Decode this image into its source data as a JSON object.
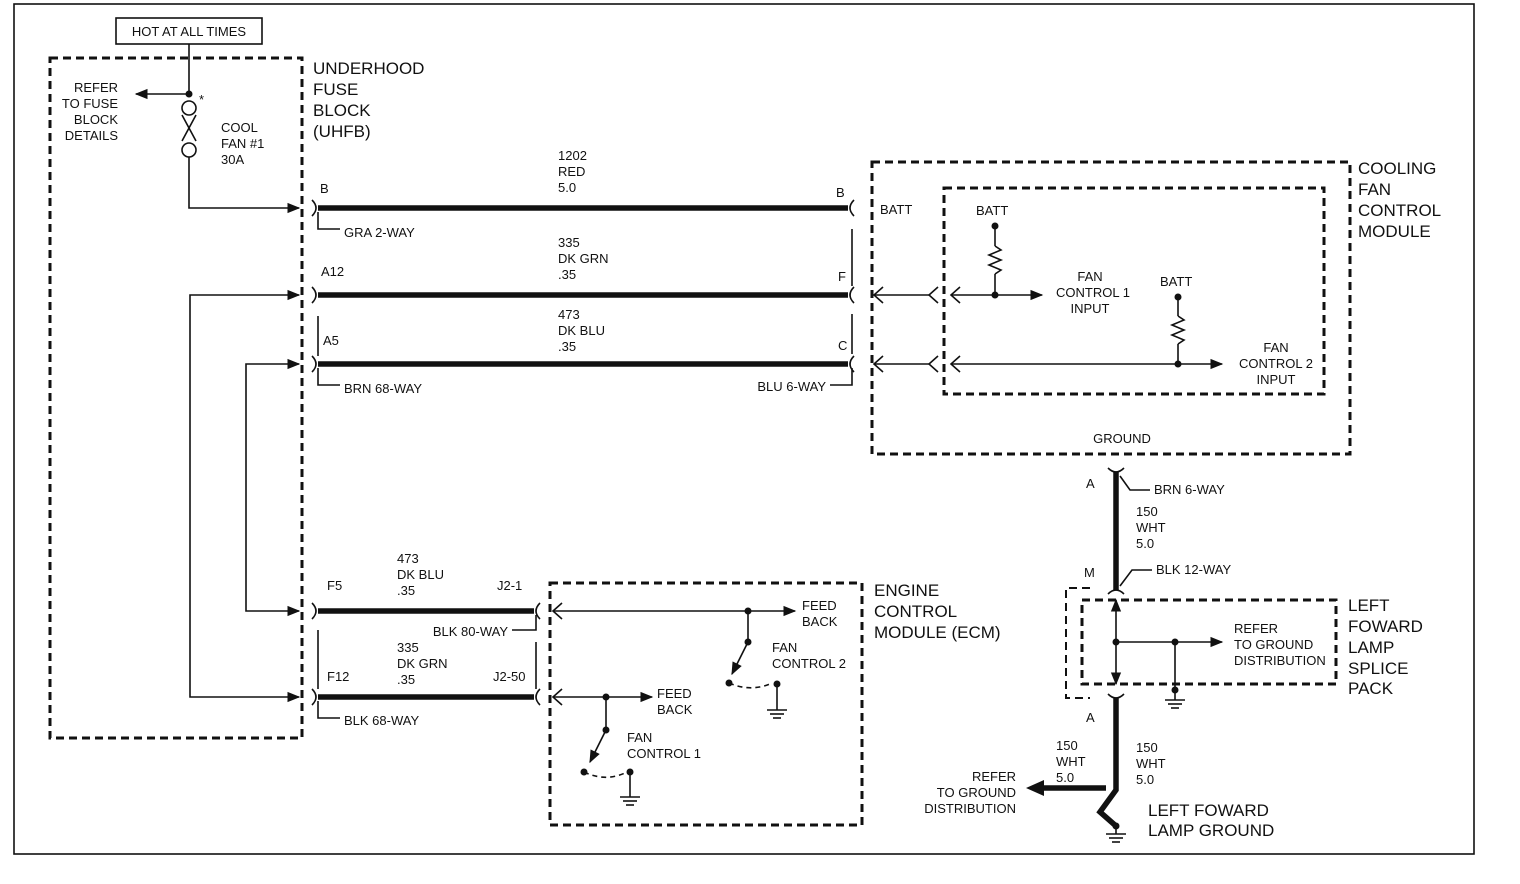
{
  "hot_label": "HOT AT ALL TIMES",
  "uhfb": {
    "title": [
      "UNDERHOOD",
      "FUSE",
      "BLOCK",
      "(UHFB)"
    ],
    "refer": [
      "REFER",
      "TO FUSE",
      "BLOCK",
      "DETAILS"
    ],
    "fuse": [
      "COOL",
      "FAN #1",
      "30A"
    ],
    "asterisk": "*"
  },
  "cfcm": {
    "title": [
      "COOLING",
      "FAN",
      "CONTROL",
      "MODULE"
    ],
    "batt_pin": "BATT",
    "batt1": "BATT",
    "batt2": "BATT",
    "input1": [
      "FAN",
      "CONTROL 1",
      "INPUT"
    ],
    "input2": [
      "FAN",
      "CONTROL 2",
      "INPUT"
    ],
    "ground": "GROUND"
  },
  "ecm": {
    "title": [
      "ENGINE",
      "CONTROL",
      "MODULE (ECM)"
    ],
    "feedback": [
      "FEED",
      "BACK"
    ],
    "control1": [
      "FAN",
      "CONTROL 1"
    ],
    "control2": [
      "FAN",
      "CONTROL 2"
    ]
  },
  "splice": {
    "title": [
      "LEFT",
      "FOWARD",
      "LAMP",
      "SPLICE",
      "PACK"
    ],
    "refer": [
      "REFER",
      "TO GROUND",
      "DISTRIBUTION"
    ]
  },
  "lamp_ground": {
    "title": [
      "LEFT FOWARD",
      "LAMP GROUND"
    ],
    "refer": [
      "REFER",
      "TO GROUND",
      "DISTRIBUTION"
    ]
  },
  "wires": {
    "w1202": [
      "1202",
      "RED",
      "5.0"
    ],
    "w335": [
      "335",
      "DK GRN",
      ".35"
    ],
    "w473": [
      "473",
      "DK BLU",
      ".35"
    ],
    "w473b": [
      "473",
      "DK BLU",
      ".35"
    ],
    "w335b": [
      "335",
      "DK GRN",
      ".35"
    ],
    "w150a": [
      "150",
      "WHT",
      "5.0"
    ],
    "w150b": [
      "150",
      "WHT",
      "5.0"
    ],
    "w150c": [
      "150",
      "WHT",
      "5.0"
    ]
  },
  "pins": {
    "b_left": "B",
    "b_right": "B",
    "a12": "A12",
    "f": "F",
    "a5": "A5",
    "c": "C",
    "f5": "F5",
    "j2_1": "J2-1",
    "f12": "F12",
    "j2_50": "J2-50",
    "a_top": "A",
    "m": "M",
    "a_bottom": "A"
  },
  "connectors": {
    "gra2": "GRA 2-WAY",
    "brn68": "BRN 68-WAY",
    "blu6": "BLU 6-WAY",
    "blk80": "BLK 80-WAY",
    "blk68": "BLK 68-WAY",
    "brn6": "BRN 6-WAY",
    "blk12": "BLK 12-WAY"
  }
}
